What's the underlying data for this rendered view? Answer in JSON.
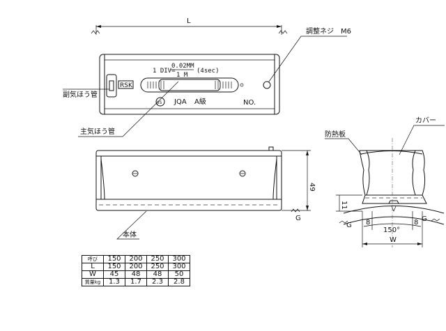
{
  "labels": {
    "dim_L": "L",
    "dim_W": "W",
    "dim_49": "49",
    "dim_11": "11",
    "dim_8_left": "8",
    "dim_8_right": "8",
    "angle": "150°",
    "datum_G_front": "G",
    "datum_G_left": "G",
    "datum_G_right": "G",
    "adjust_screw": "調整ネジ　M6",
    "sub_vial": "副気ほう管",
    "main_vial": "主気ほう管",
    "body": "本体",
    "heat_shield": "防熱板",
    "cover": "カバー",
    "brand": "RSK",
    "div_prefix": "1 DIV=",
    "div_numerator": "0.02MM",
    "div_denominator": "1 M",
    "div_sec": "(4sec)",
    "jis": "JIS",
    "jqa": "JQA",
    "grade": "A級",
    "serial": "NO."
  },
  "spec_table": {
    "corner": "呼び",
    "sizes": [
      "150",
      "200",
      "250",
      "300"
    ],
    "rows": [
      {
        "label": "L",
        "values": [
          "150",
          "200",
          "250",
          "300"
        ]
      },
      {
        "label": "W",
        "values": [
          "45",
          "48",
          "48",
          "50"
        ]
      },
      {
        "label": "質量kg",
        "values": [
          "1.3",
          "1.7",
          "2.3",
          "2.8"
        ]
      }
    ]
  }
}
